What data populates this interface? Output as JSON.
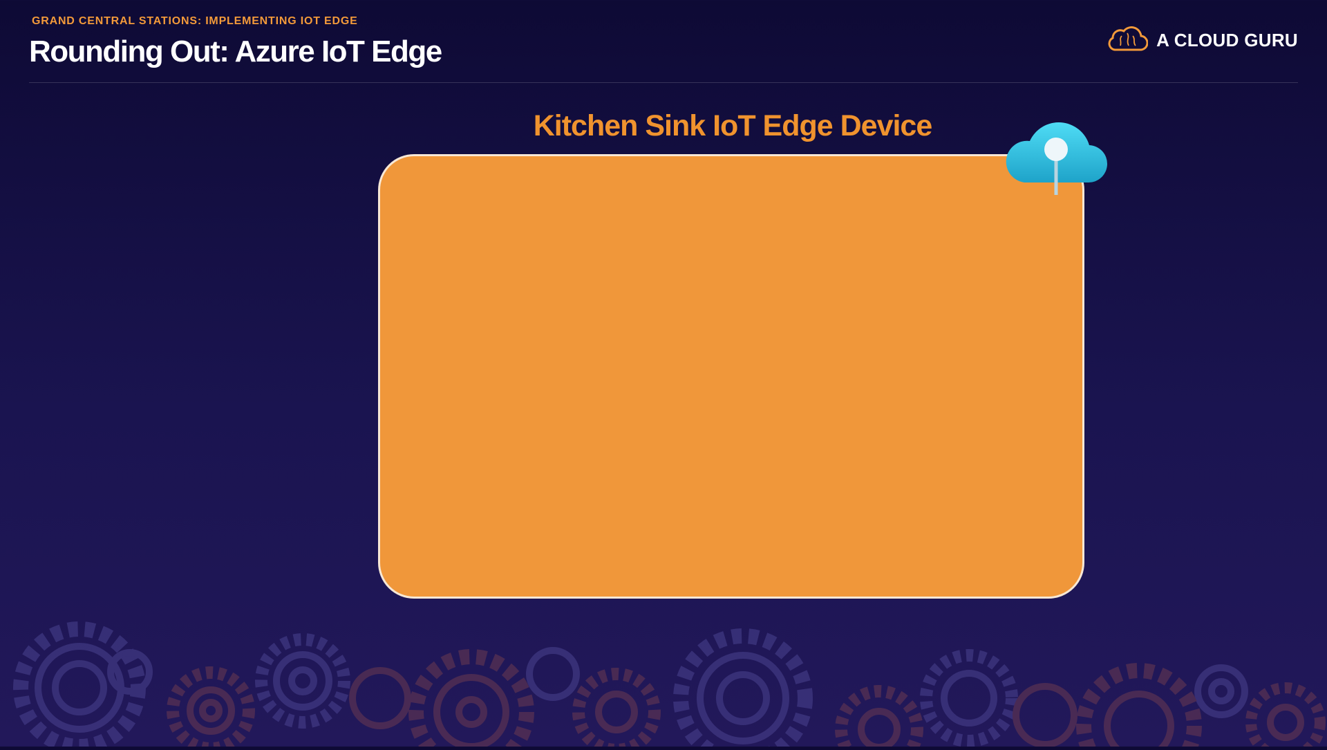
{
  "header": {
    "kicker": "GRAND CENTRAL STATIONS: IMPLEMENTING IOT EDGE",
    "title": "Rounding Out: Azure IoT Edge"
  },
  "brand": {
    "name": "A CLOUD GURU",
    "logo_icon": "cloud-brain-icon"
  },
  "diagram": {
    "title": "Kitchen Sink IoT Edge Device",
    "hub_icon": "azure-iot-hub-cloud-icon"
  },
  "decoration": {
    "background_icon": "gears-pattern"
  },
  "colors": {
    "background_top": "#0e0a35",
    "background_bottom": "#22185a",
    "accent_orange": "#f0932e",
    "device_fill": "#f0973a",
    "device_border": "#f7e8d6",
    "cloud_blue": "#35c2e6"
  }
}
